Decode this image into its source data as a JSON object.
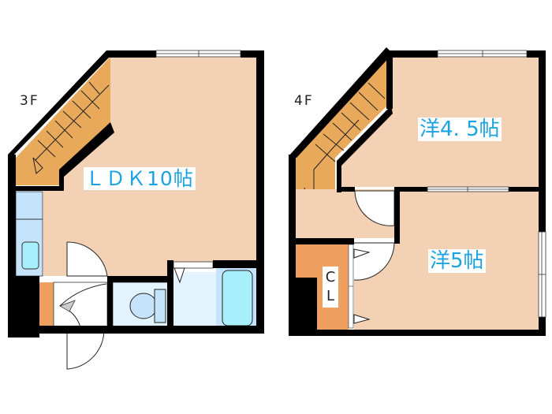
{
  "floors": [
    {
      "label": "3F",
      "rooms": [
        {
          "name": "LDK10帖",
          "type": "living-dining-kitchen"
        },
        {
          "name": "",
          "type": "staircase"
        },
        {
          "name": "",
          "type": "kitchen-counter"
        },
        {
          "name": "",
          "type": "entrance"
        },
        {
          "name": "",
          "type": "toilet"
        },
        {
          "name": "",
          "type": "washroom"
        },
        {
          "name": "",
          "type": "bathroom"
        }
      ]
    },
    {
      "label": "4F",
      "rooms": [
        {
          "name": "洋4.5帖",
          "type": "western-room"
        },
        {
          "name": "洋5帖",
          "type": "western-room"
        },
        {
          "name": "",
          "type": "staircase"
        },
        {
          "name": "",
          "type": "hall"
        },
        {
          "name": "CL",
          "type": "closet"
        }
      ]
    }
  ],
  "labels": {
    "floor3": "3F",
    "floor4": "4F",
    "ldk": "ＬＤＫ10帖",
    "western45": "洋4. 5帖",
    "western5": "洋5帖",
    "closet_c": "C",
    "closet_l": "L"
  },
  "colors": {
    "wall": "#000000",
    "room": "#f2d1b5",
    "stairs": "#e8a95a",
    "wet": "#c5e3fb",
    "washroom": "#e3f3fd",
    "tub": "#a7f0fb",
    "closet": "#ef9f60",
    "text": "#1aa3e0"
  }
}
